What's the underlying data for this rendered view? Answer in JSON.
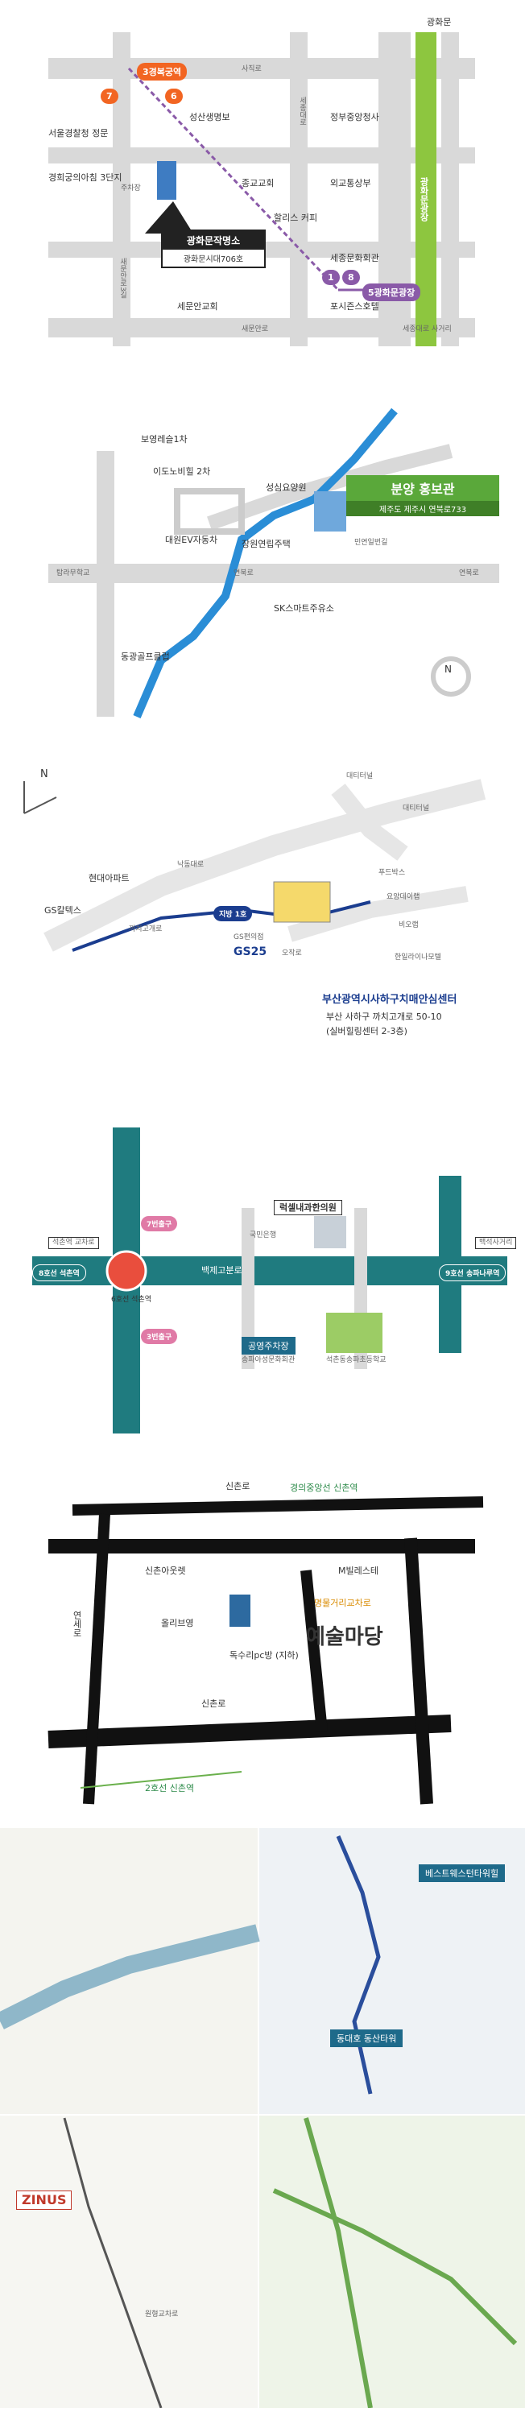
{
  "map1": {
    "top_right": "광화문",
    "station_top": "3경복궁역",
    "exit7": "7",
    "exit6": "6",
    "exit1": "1",
    "exit8": "8",
    "station_bottom": "5광화문광장",
    "road_top": "사직로",
    "road_sejong": "세종대로",
    "road_mid": "새문안로",
    "road_right": "세종대로 사거리",
    "road_left_v": "새문안로3길",
    "plaza": "광화문광장",
    "places": [
      "서울경찰청 정문",
      "경희궁의아침 3단지",
      "성산생명보",
      "정부중앙청사",
      "종교교회",
      "외교통상부",
      "세종문화회관",
      "할리스 커피",
      "세문안교회",
      "포시즌스호텔",
      "주차장"
    ],
    "venue_name": "광화문작명소",
    "venue_addr": "광화문시대706호",
    "colors": {
      "road": "#d9d9d9",
      "plaza": "#8dc63f",
      "accent": "#f26522",
      "line": "#8a5aa8"
    }
  },
  "map2": {
    "title": "분양 홍보관",
    "address": "제주도 제주시 연북로733",
    "places": [
      "보영레슬1차",
      "이도노비힐 2차",
      "대원EV자동차",
      "성심요양원",
      "장원연립주택",
      "SK스마트주유소",
      "동광골프클럽"
    ],
    "roads": [
      "탑라무학교",
      "연북로",
      "연북로",
      "민연일번길"
    ],
    "colors": {
      "stream": "#2a8dd6",
      "callout": "#5aa83a"
    }
  },
  "map3": {
    "north": "N",
    "places": [
      "대티터널",
      "대티터널",
      "현대아파트",
      "GS칼텍스",
      "푸드박스",
      "요양데이랩",
      "비오랩",
      "GS편의점",
      "GS25",
      "한일라이나모텔"
    ],
    "roads": [
      "낙동대로",
      "까치고개로",
      "오작로"
    ],
    "bus": "지방 1호",
    "center_name": "부산광역시사하구치매안심센터",
    "address": "부산 사하구 까치고개로 50-10",
    "address2": "(실버힐링센터 2-3층)",
    "colors": {
      "road": "#e6e6e6",
      "pin": "#e94e3d",
      "blue": "#1b3d8f"
    }
  },
  "map4": {
    "station": "6호선 석촌역",
    "station_left": "8호선 석촌역",
    "station_right": "9호선 송파나루역",
    "exit_top": "7번출구",
    "exit_bottom": "3번출구",
    "road": "백제고분로",
    "intersection_left": "석촌역 교차로",
    "intersection_right": "백석사거리",
    "clinic": "럭셀내과한의원",
    "parking": "공영주차장",
    "parking_sub": "송파아성문화회관",
    "school": "석촌동송파초등학교",
    "bank": "국민은행",
    "colors": {
      "road": "#1f7b7f",
      "pin": "#e94e3d",
      "school": "#9ccc65"
    }
  },
  "map5": {
    "top_station": "경의중앙선 신촌역",
    "bottom_station": "2호선 신촌역",
    "roads": [
      "신촌로",
      "연세로",
      "신촌로"
    ],
    "places": [
      "신촌아웃렛",
      "M빌레스테",
      "올리브영",
      "독수리pc방 (지하)",
      "명물거리교차로"
    ],
    "brand": "예술마당"
  },
  "map6": {
    "brand": "ZINUS",
    "labels": [
      "베스트웨스턴타워힐",
      "동대호 동산타워",
      "원형교차로"
    ]
  }
}
